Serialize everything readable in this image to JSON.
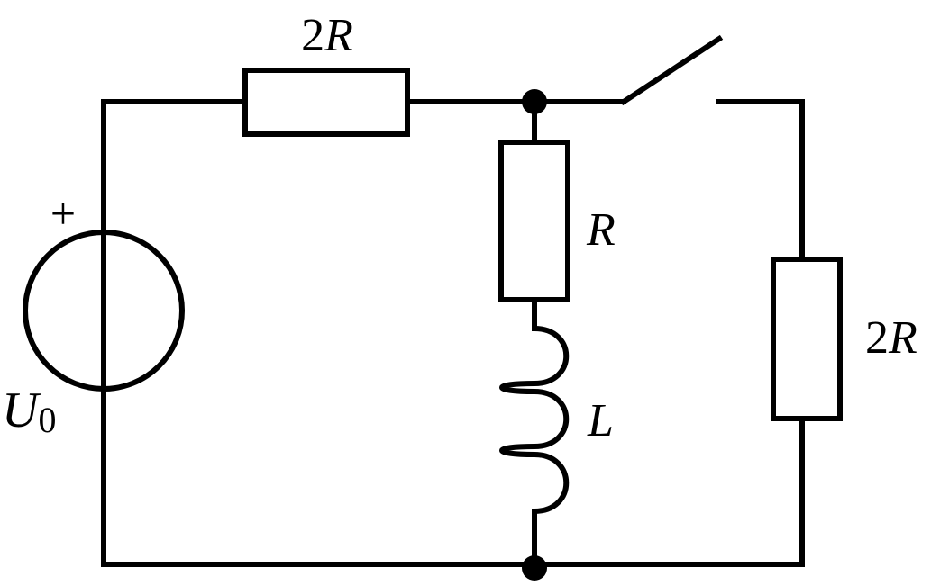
{
  "components": {
    "source": {
      "sign": "+",
      "symbol": "U",
      "subscript": "0"
    },
    "series_resistor": {
      "coef": "2",
      "symbol": "R"
    },
    "branch_resistor": {
      "symbol": "R"
    },
    "inductor": {
      "symbol": "L"
    },
    "load_resistor": {
      "coef": "2",
      "symbol": "R"
    }
  },
  "colors": {
    "line": "#000000",
    "background": "#ffffff"
  }
}
